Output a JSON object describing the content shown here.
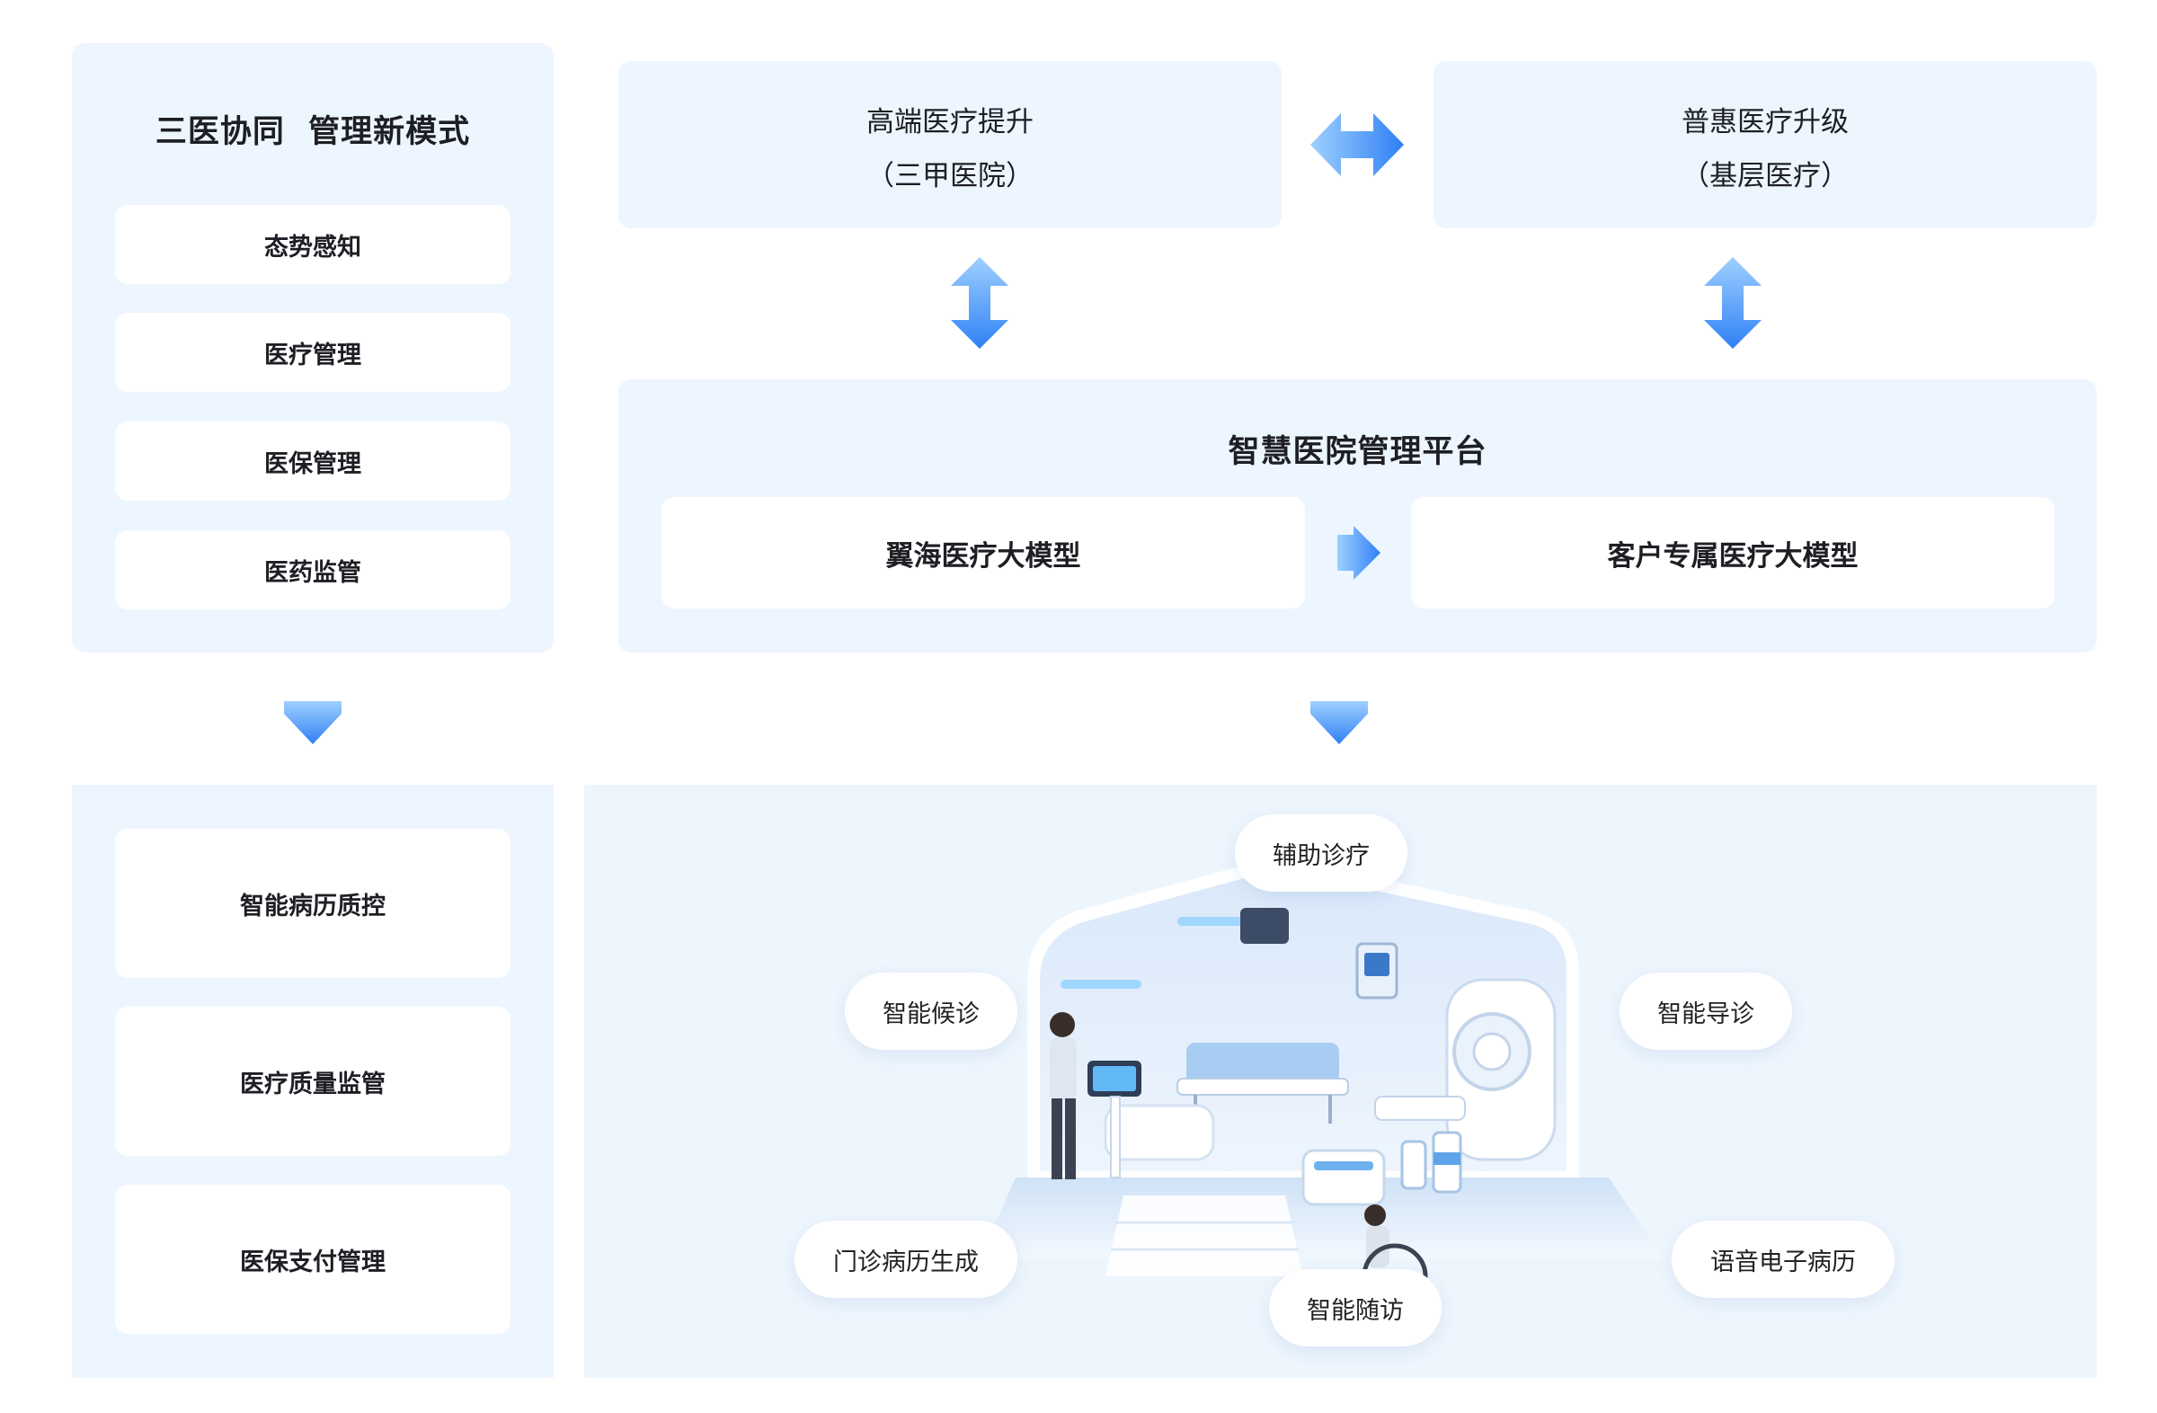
{
  "left_panel": {
    "title": "三医协同  管理新模式",
    "items": [
      "态势感知",
      "医疗管理",
      "医保管理",
      "医药监管"
    ]
  },
  "top": {
    "high_end": {
      "line1": "高端医疗提升",
      "line2": "（三甲医院）"
    },
    "inclusive": {
      "line1": "普惠医疗升级",
      "line2": "（基层医疗）"
    }
  },
  "platform": {
    "title": "智慧医院管理平台",
    "model_a": "翼海医疗大模型",
    "model_b": "客户专属医疗大模型"
  },
  "bottom_left": {
    "items": [
      "智能病历质控",
      "医疗质量监管",
      "医保支付管理"
    ]
  },
  "scene": {
    "labels": [
      "辅助诊疗",
      "智能候诊",
      "智能导诊",
      "门诊病历生成",
      "智能随访",
      "语音电子病历"
    ]
  },
  "colors": {
    "panel": "#edf6fe",
    "card": "#ffffff",
    "arrow_light": "#9fd0ff",
    "arrow_dark": "#2f80f5"
  }
}
